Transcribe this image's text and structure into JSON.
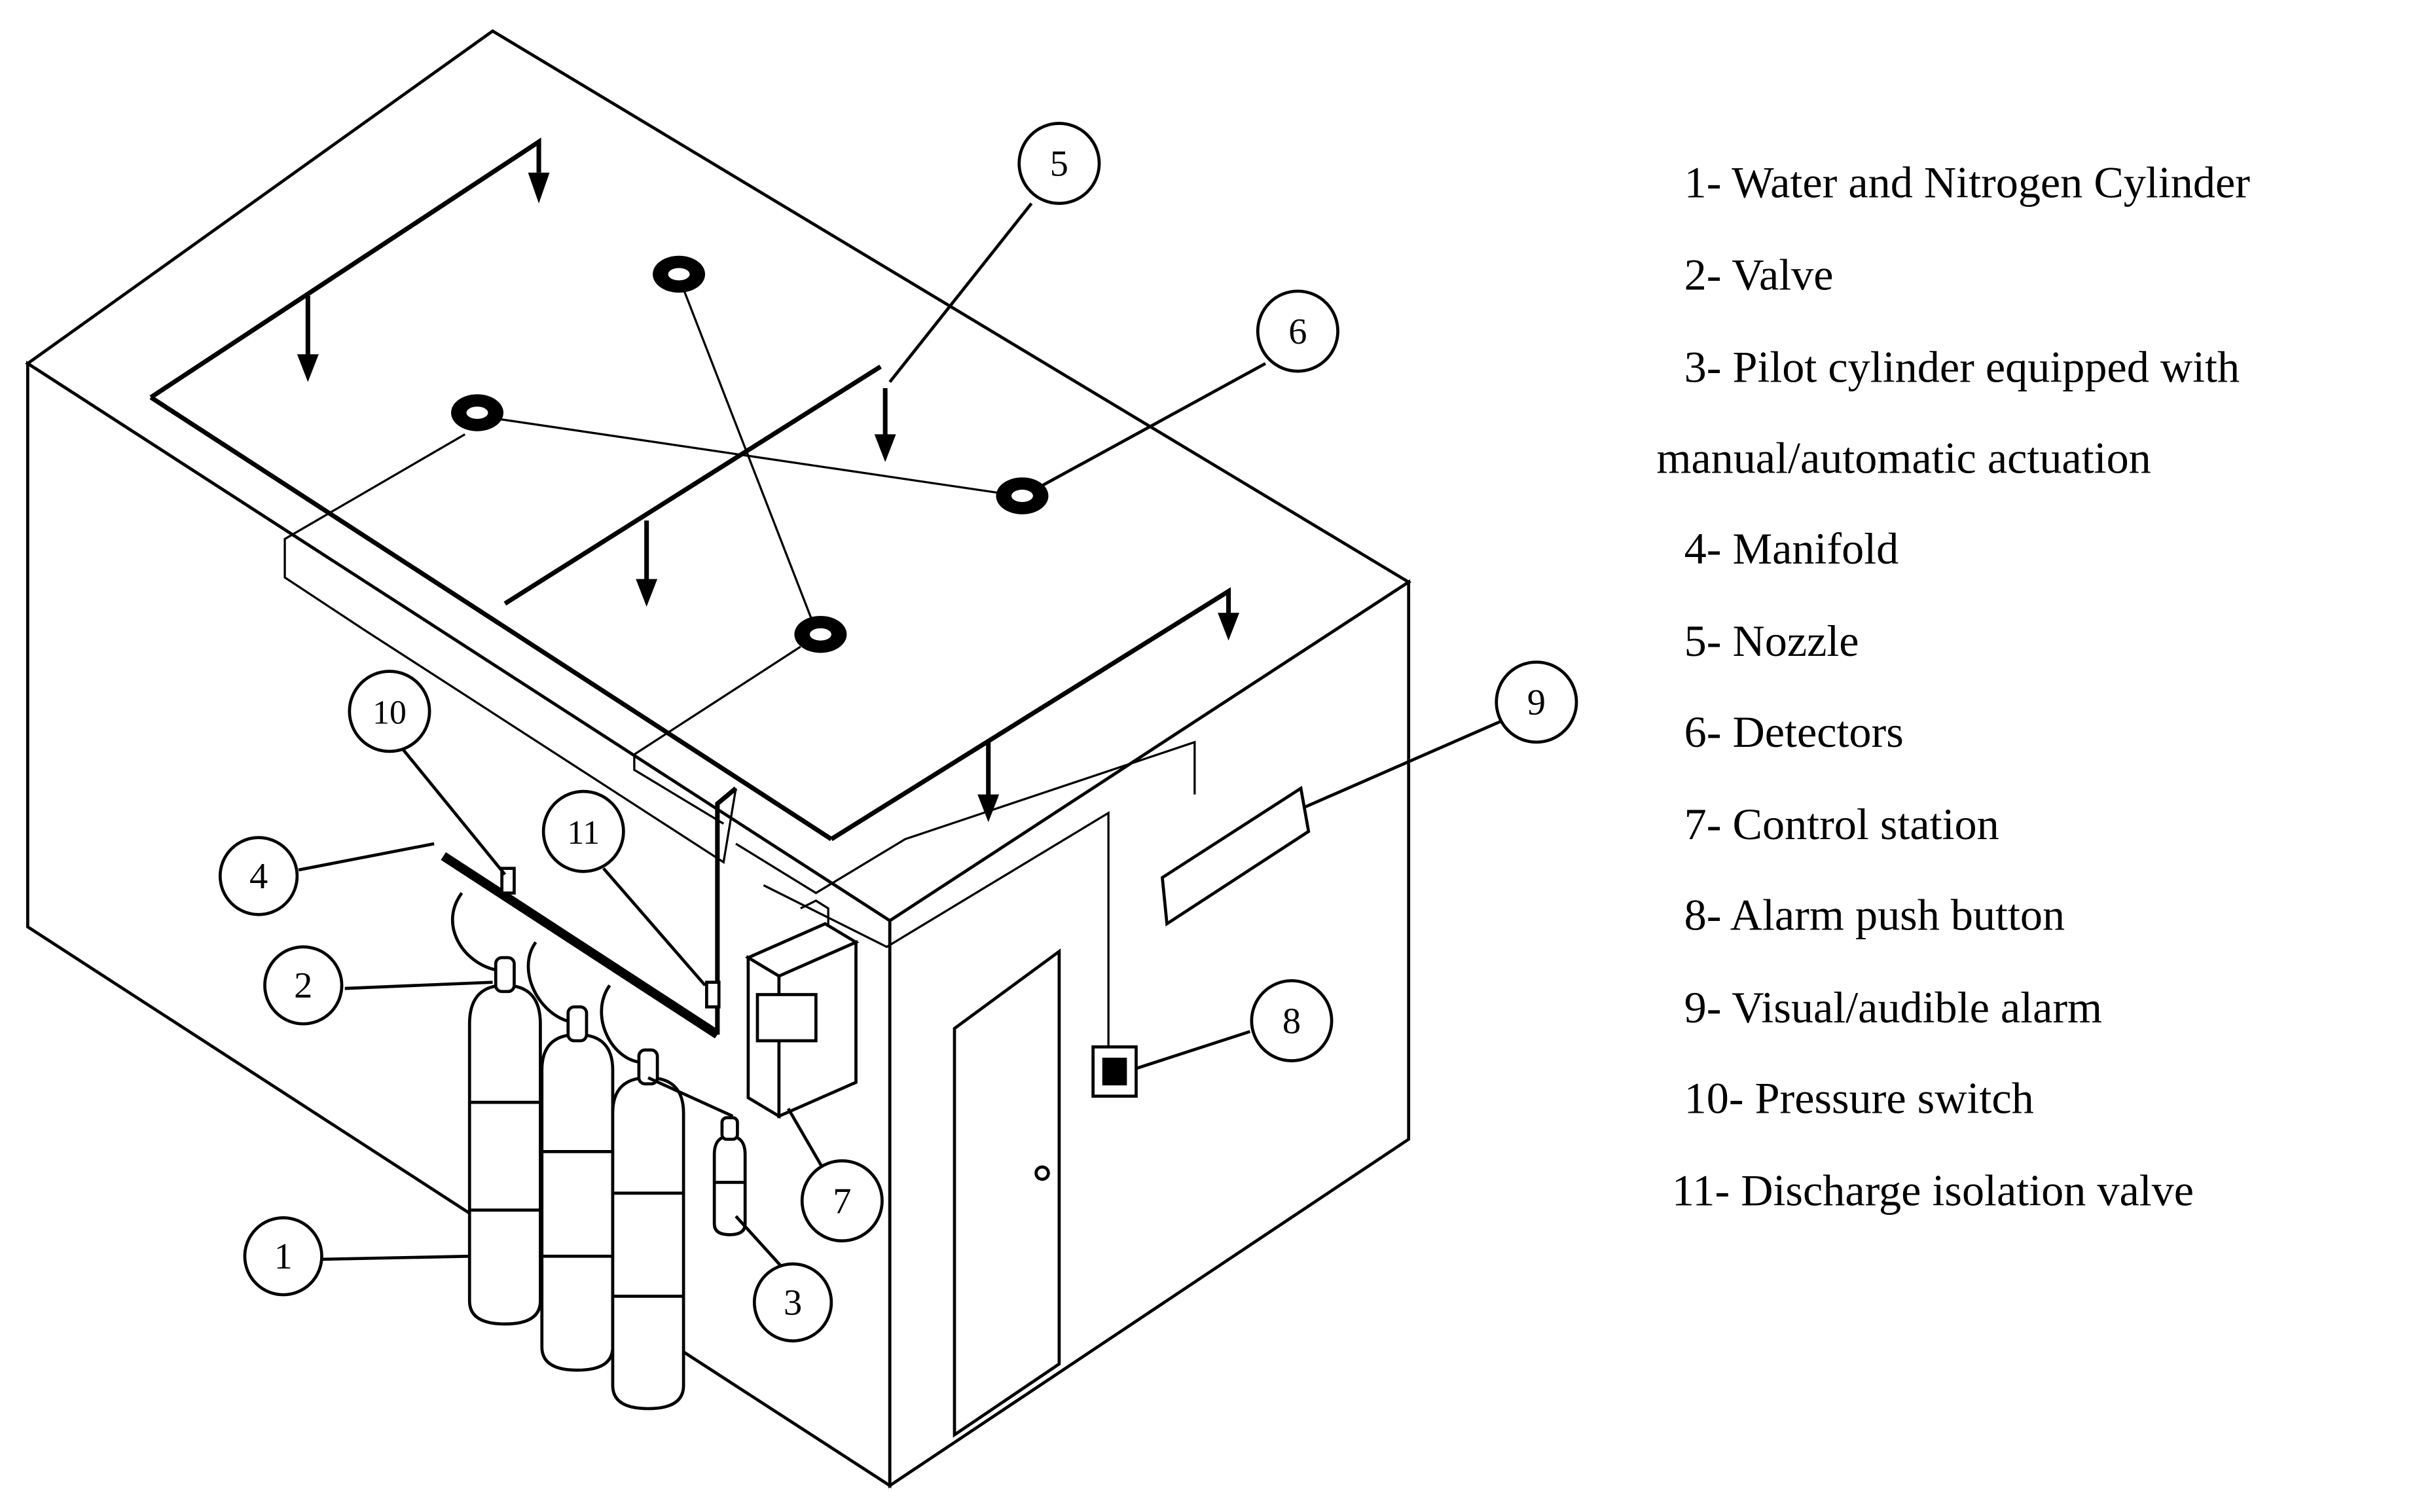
{
  "callouts": {
    "c1": "1",
    "c2": "2",
    "c3": "3",
    "c4": "4",
    "c5": "5",
    "c6": "6",
    "c7": "7",
    "c8": "8",
    "c9": "9",
    "c10": "10",
    "c11": "11"
  },
  "legend": [
    "1- Water and Nitrogen Cylinder",
    "2- Valve",
    "3- Pilot cylinder equipped with",
    "manual/automatic actuation",
    "4- Manifold",
    "5- Nozzle",
    "6- Detectors",
    "7- Control station",
    "8- Alarm push button",
    "9- Visual/audible alarm",
    "10- Pressure switch",
    "11- Discharge isolation valve"
  ]
}
